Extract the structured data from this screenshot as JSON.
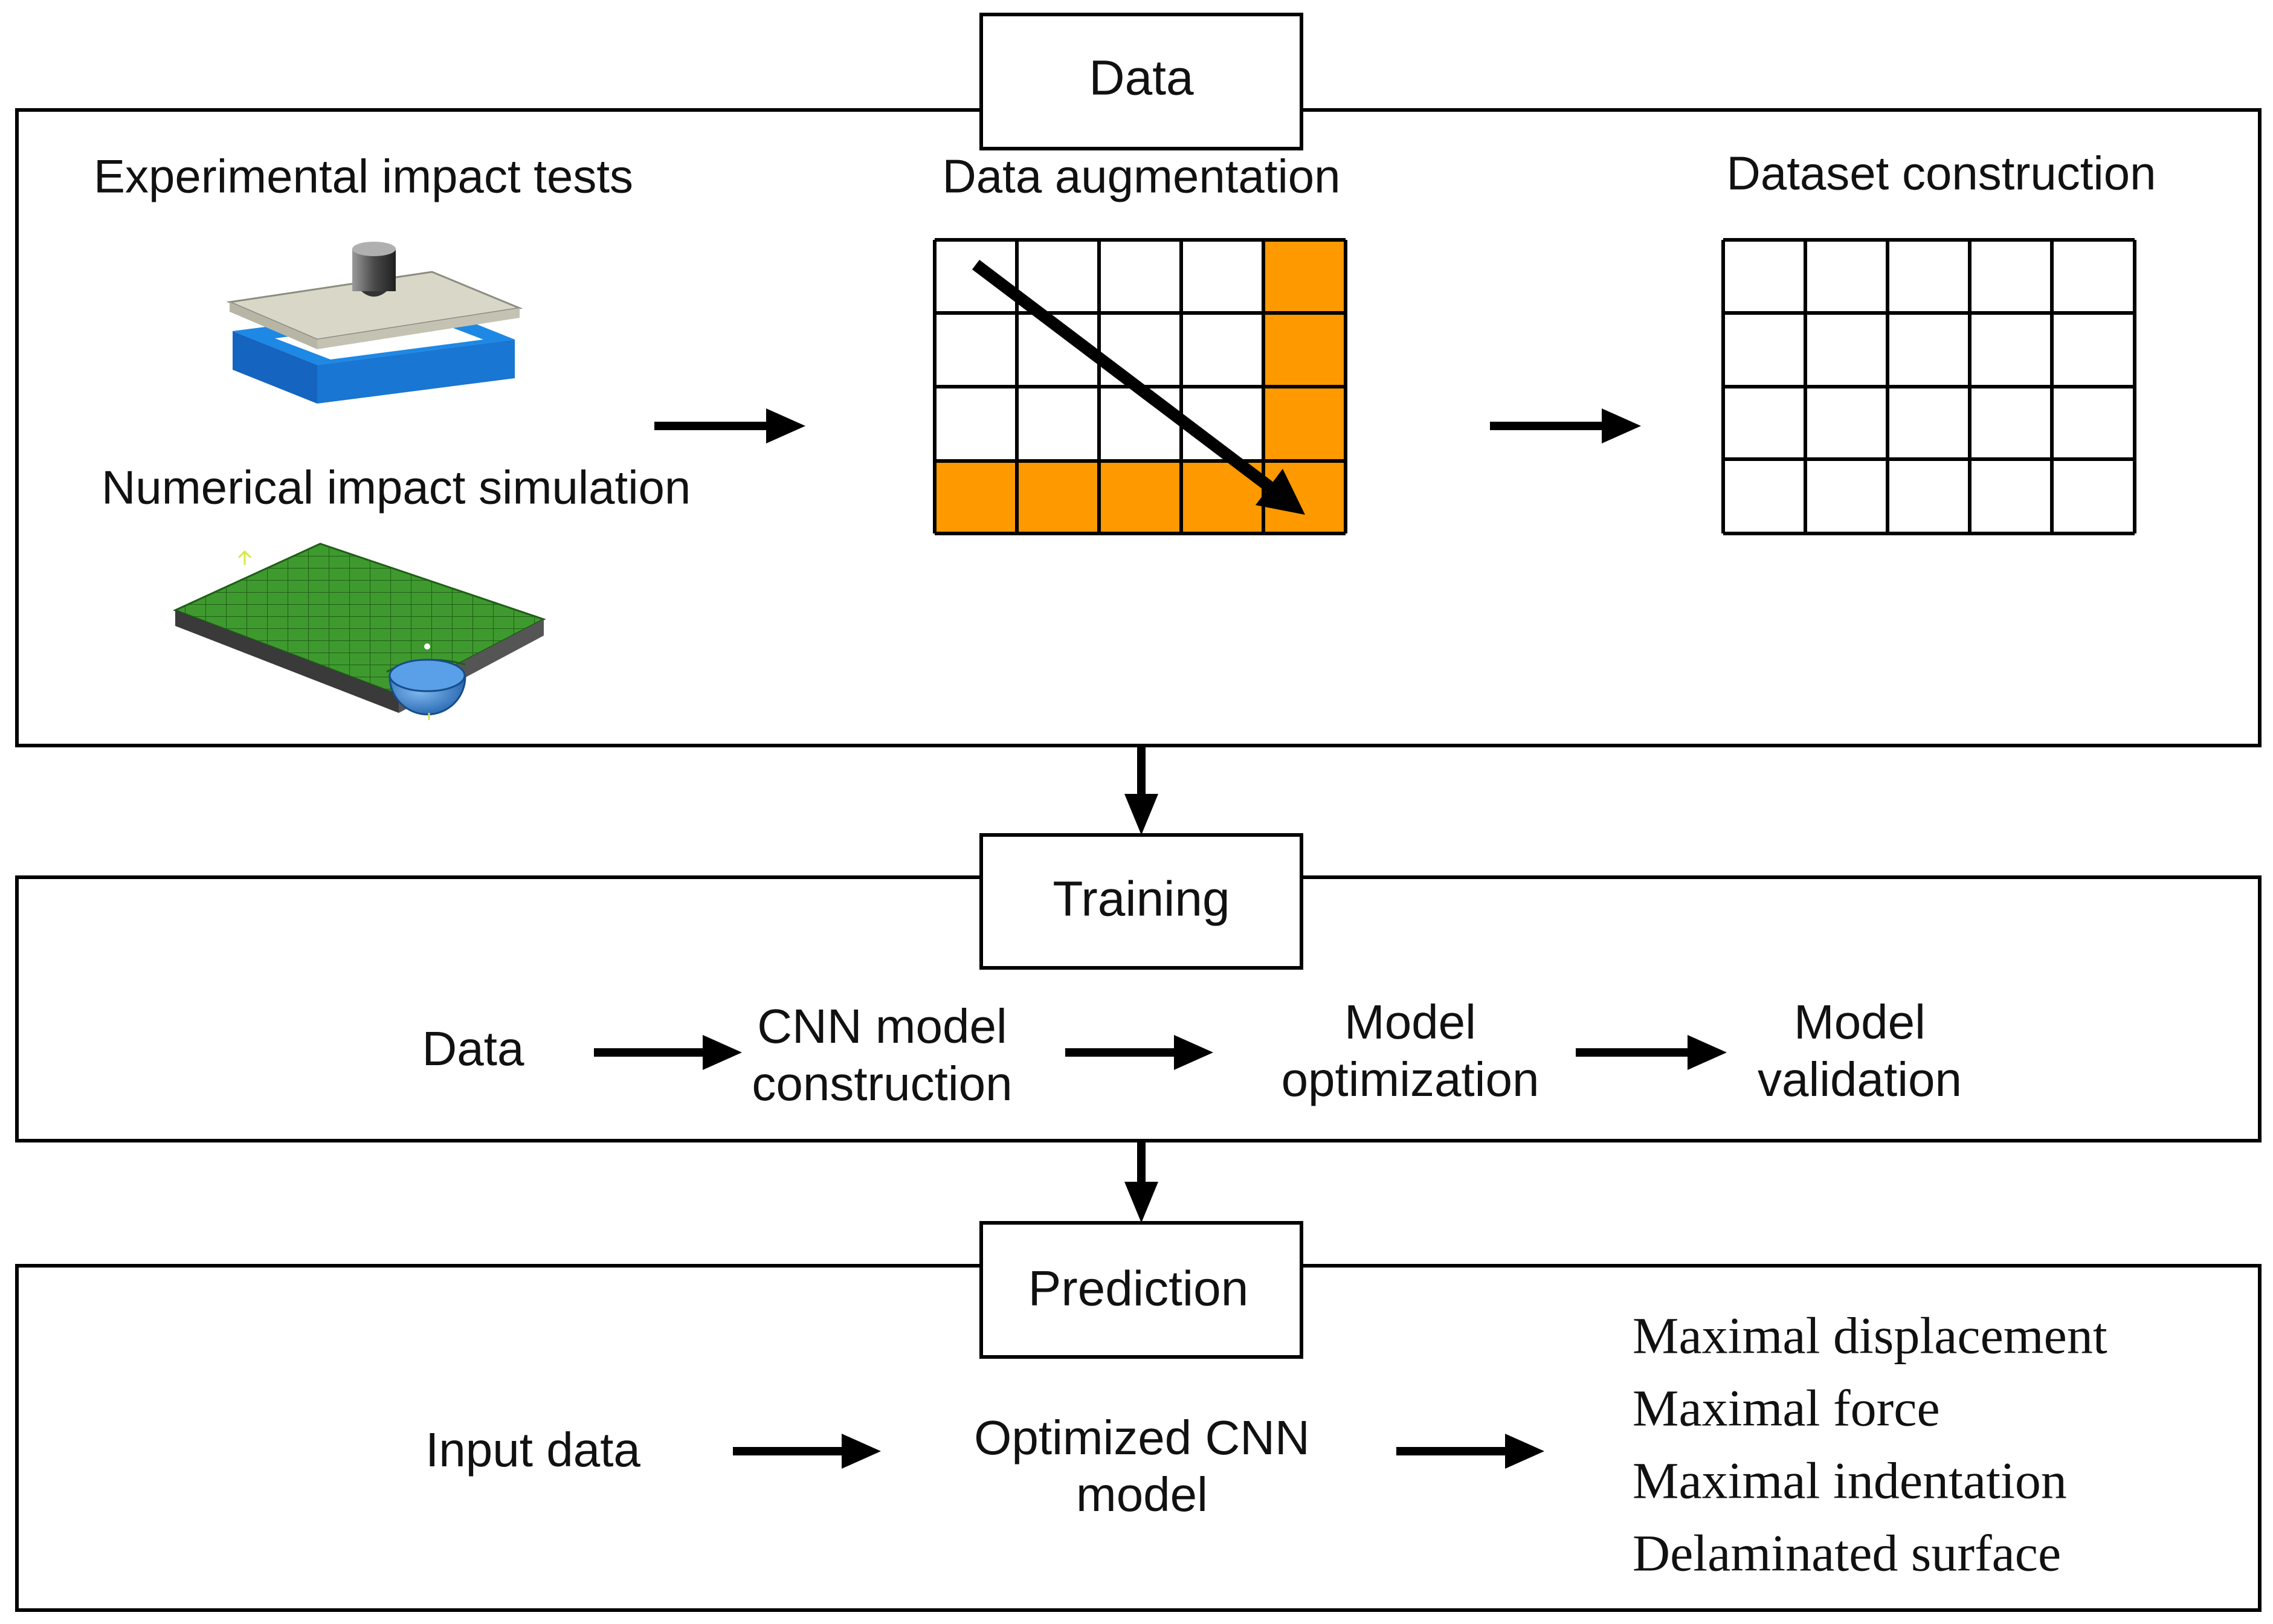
{
  "colors": {
    "highlight": "#FF9900",
    "frame_blue": "#1E88E5",
    "plate_beige": "#D9D8C8",
    "mesh_green": "#3E9A2E",
    "impactor_blue": "#2F80D8"
  },
  "icons": {
    "experimental": "impact-test-rig-icon",
    "simulation": "fe-mesh-plate-icon"
  },
  "data_section": {
    "title": "Data",
    "experimental_label": "Experimental impact tests",
    "simulation_label": "Numerical impact simulation",
    "augmentation_label": "Data augmentation",
    "dataset_label": "Dataset construction"
  },
  "training_section": {
    "title": "Training",
    "steps": [
      {
        "line1": "Data",
        "line2": ""
      },
      {
        "line1": "CNN model",
        "line2": "construction"
      },
      {
        "line1": "Model",
        "line2": "optimization"
      },
      {
        "line1": "Model",
        "line2": "validation"
      }
    ]
  },
  "prediction_section": {
    "title": "Prediction",
    "input_label": "Input data",
    "model_line1": "Optimized CNN",
    "model_line2": "model",
    "outputs": [
      "Maximal displacement",
      "Maximal force",
      "Maximal indentation",
      "Delaminated surface"
    ]
  }
}
